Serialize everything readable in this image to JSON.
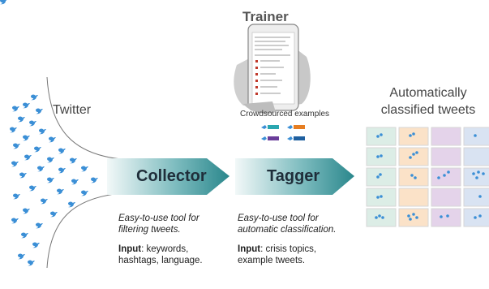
{
  "twitter": {
    "label": "Twitter"
  },
  "collector": {
    "label": "Collector",
    "desc_line1": "Easy-to-use tool for",
    "desc_line2": "filtering tweets.",
    "input_key": "Input",
    "input_line1": ": keywords,",
    "input_line2": "hashtags, language."
  },
  "trainer": {
    "label": "Trainer",
    "caption": "Crowdsourced examples"
  },
  "tagger": {
    "label": "Tagger",
    "desc_line1": "Easy-to-use tool for",
    "desc_line2": "automatic classification.",
    "input_key": "Input",
    "input_line1": ": crisis topics,",
    "input_line2": "example tweets."
  },
  "output": {
    "line1": "Automatically",
    "line2": "classified tweets"
  },
  "colors": {
    "arrow_start": "#e8f3f4",
    "arrow_end": "#2b8a8f",
    "bird": "#3b8fd6",
    "col_green": "#dceee7",
    "col_orange": "#fbe3c9",
    "col_purple": "#e3d2ea",
    "col_blue": "#d9e3f2"
  }
}
